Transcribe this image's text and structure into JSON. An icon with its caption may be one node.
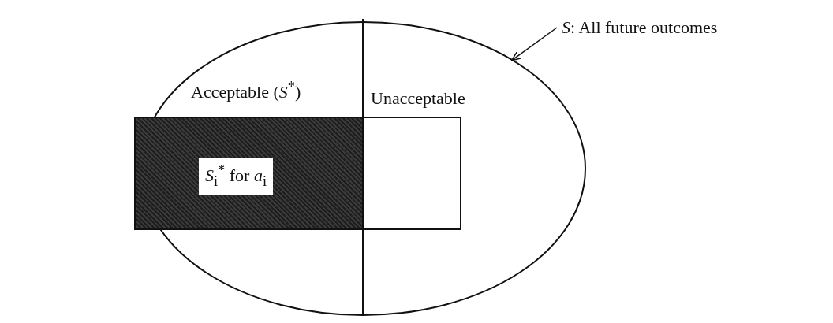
{
  "diagram": {
    "nodes": [
      {
        "text": [],
        "shape": "ellipse"
      },
      {
        "text": [
          "*S*$_{i}$$^{*}$ for *a*$_{i}$"
        ],
        "in": 0
      },
      {
        "text": [
          "*S*: All future outcomes"
        ]
      }
    ],
    "edges": [
      {
        "from": 2,
        "to": 0,
        "arrow": "to"
      }
    ],
    "labels": [
      "Acceptable (*S*$^{*}$)",
      "Unacceptable"
    ]
  }
}
